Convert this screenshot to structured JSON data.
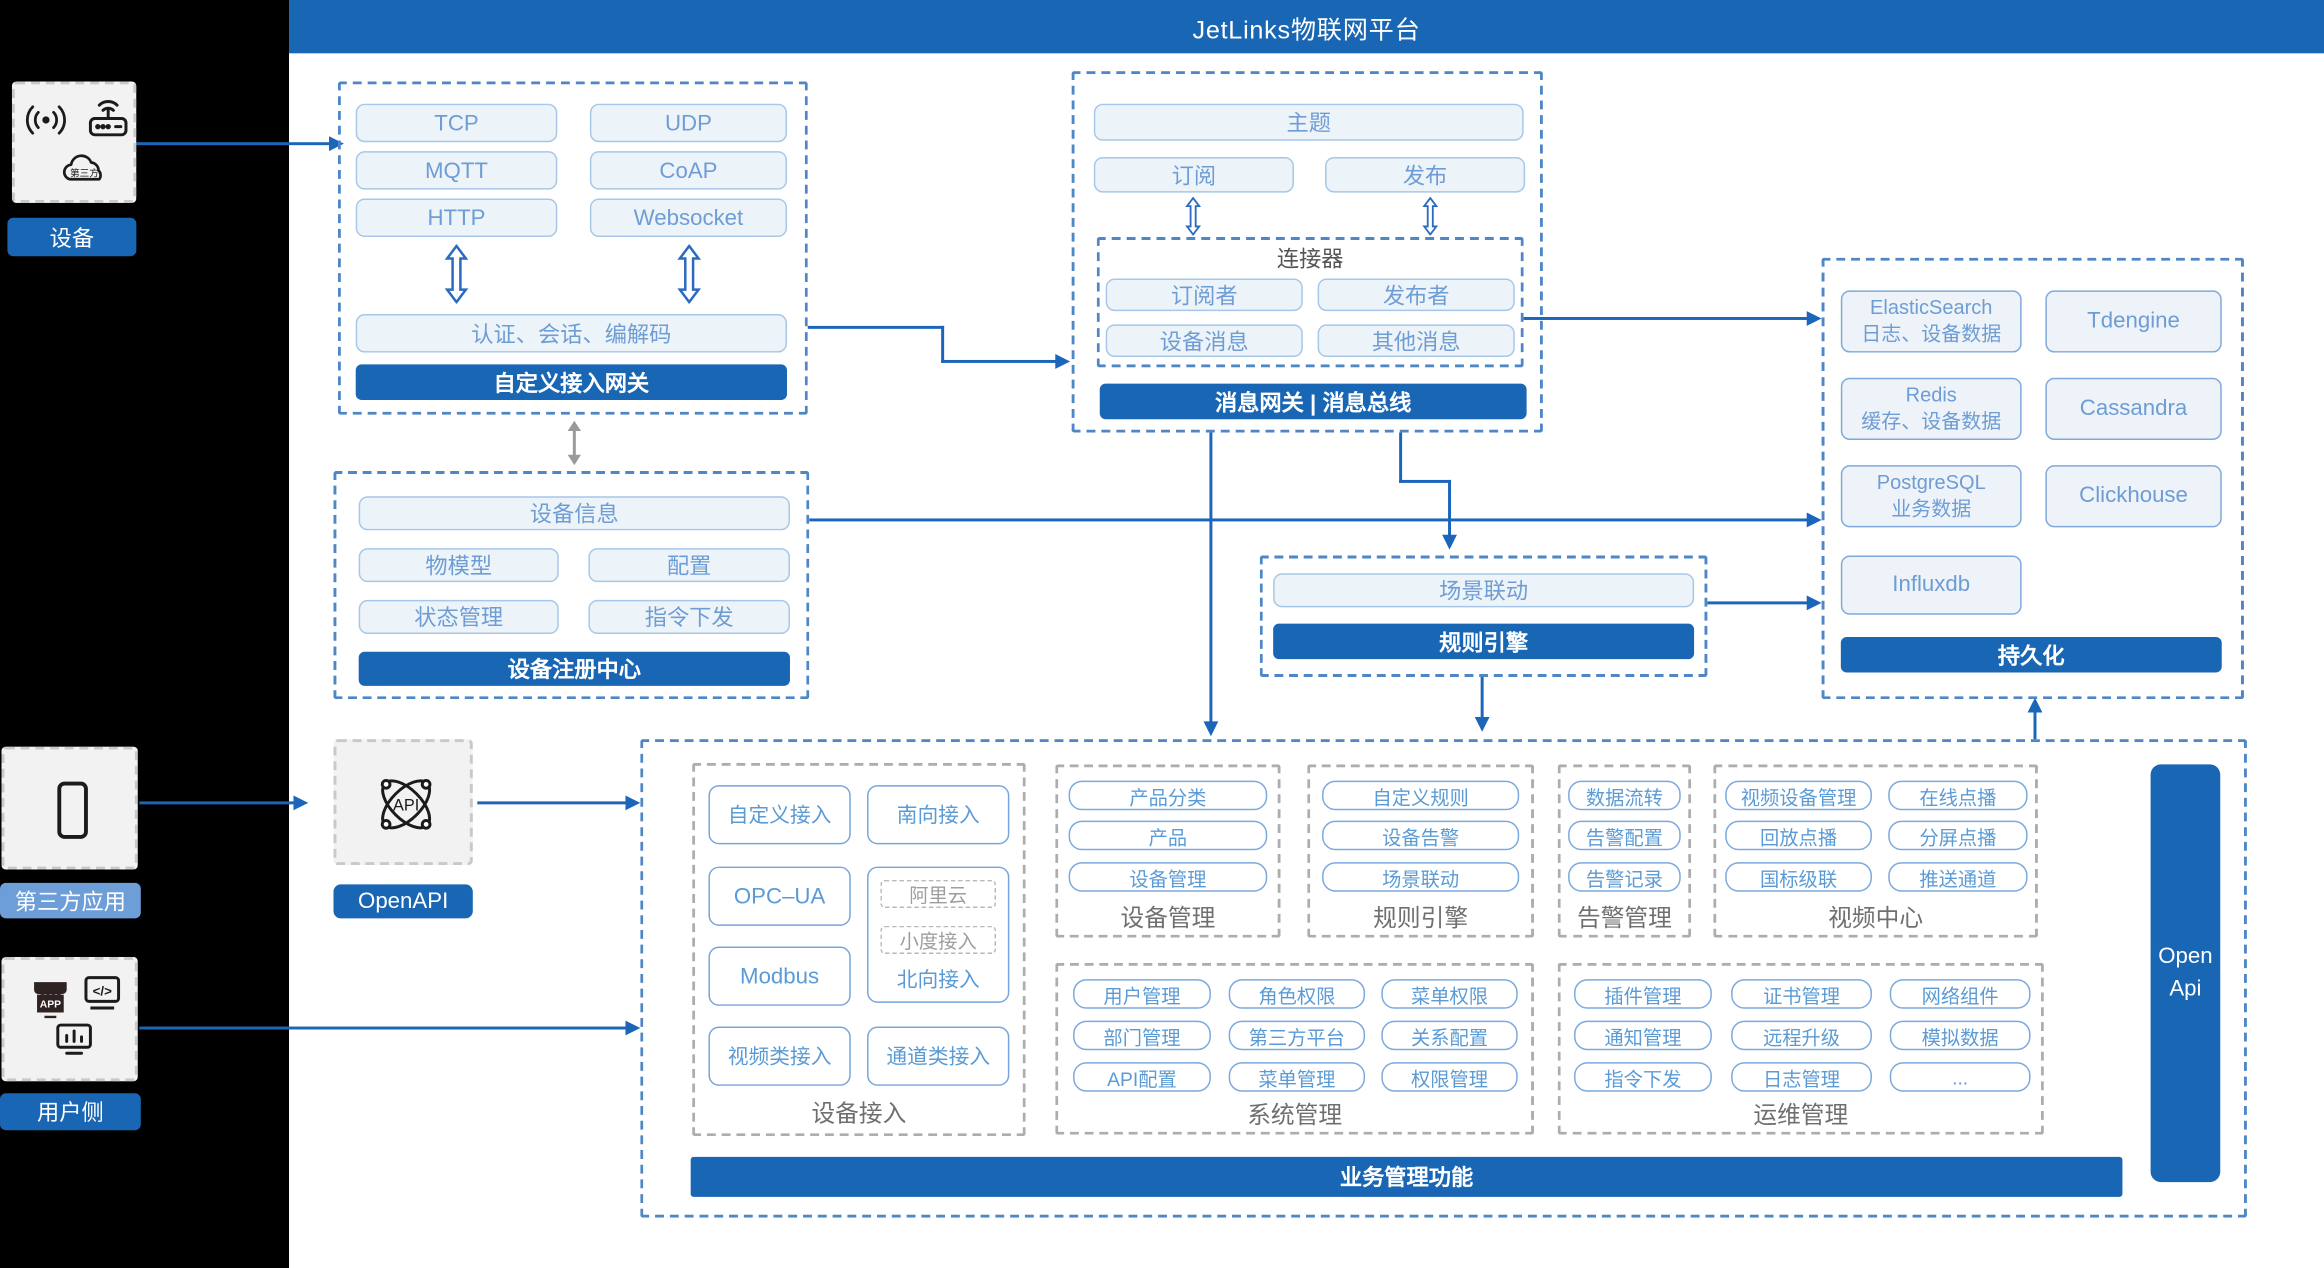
{
  "title": "JetLinks物联网平台",
  "colors": {
    "primary": "#1966B4",
    "light_label": "#6D9ED7",
    "line": "#1B65BB",
    "light_box_text": "#6E9CD4",
    "white_box_text": "#5B9BD5",
    "dash_blue": "#4E86C6"
  },
  "sidebar": {
    "device": {
      "label": "设备",
      "icons": [
        "wireless-signal-icon",
        "router-icon",
        "third-party-cloud-icon"
      ],
      "cloud_text": "第三方"
    },
    "third_party": {
      "label": "第三方应用",
      "icons": [
        "smartphone-icon"
      ]
    },
    "user_side": {
      "label": "用户侧",
      "icons": [
        "app-store-icon",
        "code-icon",
        "monitor-chart-icon"
      ],
      "app_text": "APP",
      "code_text": "</>"
    }
  },
  "gateway": {
    "protocols": [
      "TCP",
      "UDP",
      "MQTT",
      "CoAP",
      "HTTP",
      "Websocket"
    ],
    "auth": "认证、会话、编解码",
    "label": "自定义接入网关"
  },
  "registry": {
    "info": "设备信息",
    "items": [
      "物模型",
      "配置",
      "状态管理",
      "指令下发"
    ],
    "label": "设备注册中心"
  },
  "message": {
    "topic": "主题",
    "subscribe": "订阅",
    "publish": "发布",
    "connector": {
      "title": "连接器",
      "items": [
        "订阅者",
        "发布者",
        "设备消息",
        "其他消息"
      ]
    },
    "label": "消息网关 | 消息总线"
  },
  "storage": {
    "cells": [
      {
        "l1": "ElasticSearch",
        "l2": "日志、设备数据"
      },
      {
        "l1": "Tdengine"
      },
      {
        "l1": "Redis",
        "l2": "缓存、设备数据"
      },
      {
        "l1": "Cassandra"
      },
      {
        "l1": "PostgreSQL",
        "l2": "业务数据"
      },
      {
        "l1": "Clickhouse"
      },
      {
        "l1": "Influxdb"
      }
    ],
    "label": "持久化"
  },
  "rule": {
    "scene": "场景联动",
    "label": "规则引擎"
  },
  "openapi": {
    "label": "OpenAPI",
    "icon_text": "API"
  },
  "business": {
    "device_access": {
      "label": "设备接入",
      "items": [
        "自定义接入",
        "南向接入",
        "OPC–UA",
        "Modbus",
        "视频类接入",
        "通道类接入"
      ],
      "north": {
        "items": [
          "阿里云",
          "小度接入"
        ],
        "label": "北向接入"
      }
    },
    "device_mgmt": {
      "label": "设备管理",
      "items": [
        "产品分类",
        "产品",
        "设备管理"
      ]
    },
    "rule_engine": {
      "label": "规则引擎",
      "items": [
        "自定义规则",
        "设备告警",
        "场景联动"
      ]
    },
    "alarm": {
      "label": "告警管理",
      "items": [
        "数据流转",
        "告警配置",
        "告警记录"
      ]
    },
    "video": {
      "label": "视频中心",
      "items": [
        "视频设备管理",
        "在线点播",
        "回放点播",
        "分屏点播",
        "国标级联",
        "推送通道"
      ]
    },
    "system": {
      "label": "系统管理",
      "items": [
        "用户管理",
        "角色权限",
        "菜单权限",
        "部门管理",
        "第三方平台",
        "关系配置",
        "API配置",
        "菜单管理",
        "权限管理"
      ]
    },
    "ops": {
      "label": "运维管理",
      "items": [
        "插件管理",
        "证书管理",
        "网络组件",
        "通知管理",
        "远程升级",
        "模拟数据",
        "指令下发",
        "日志管理",
        "..."
      ]
    },
    "bar": "业务管理功能",
    "open_api": {
      "line1": "Open",
      "line2": "Api"
    }
  }
}
